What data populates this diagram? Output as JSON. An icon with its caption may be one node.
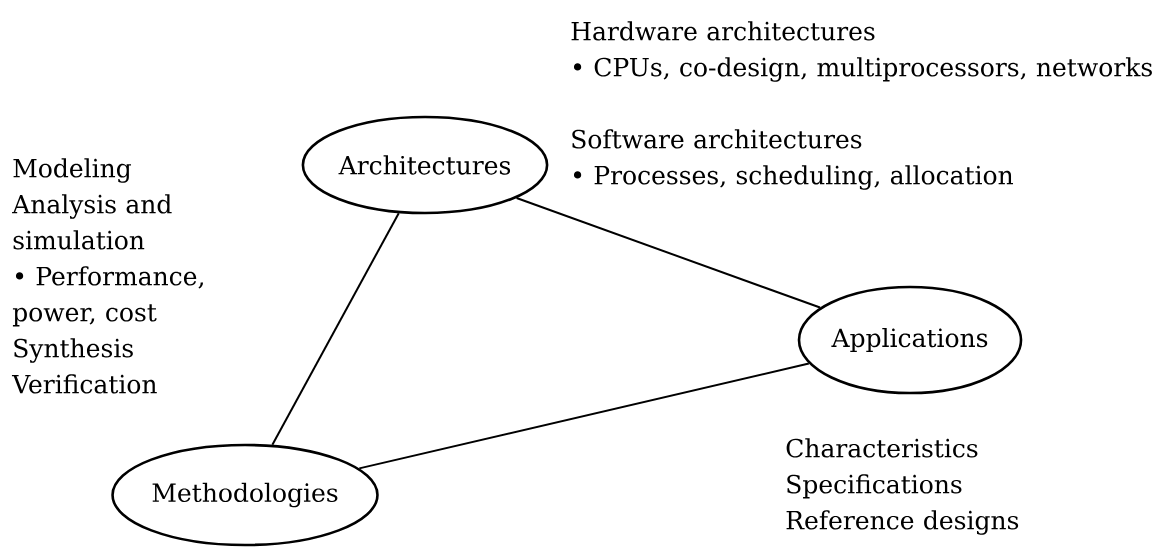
{
  "diagram": {
    "nodes": [
      {
        "text": [
          "Architectures"
        ],
        "beside": [
          "Hardware architectures",
          "• CPUs, co-design, multiprocessors, networks",
          "Software architectures",
          "• Processes, scheduling, allocation"
        ]
      },
      {
        "text": [
          "Applications"
        ],
        "beside": [
          "Characteristics",
          "Specifications",
          "Reference designs"
        ]
      },
      {
        "text": [
          "Methodologies"
        ],
        "beside": [
          "Modeling",
          "Analysis and simulation",
          "• Performance, power, cost",
          "Synthesis",
          "Verification"
        ]
      }
    ],
    "edges": [
      {
        "from": 0,
        "to": 2,
        "arrow": "none"
      },
      {
        "from": 0,
        "to": 1,
        "arrow": "none"
      },
      {
        "from": 2,
        "to": 1,
        "arrow": "none"
      }
    ]
  }
}
